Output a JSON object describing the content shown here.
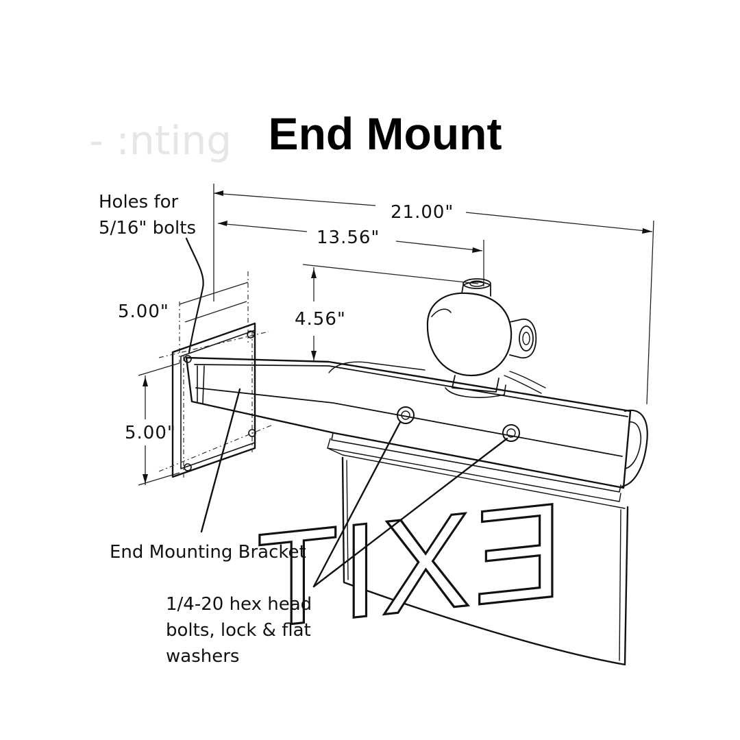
{
  "title": "End Mount",
  "ghost_text": "‑ :nting",
  "dimensions": {
    "overall_length": "21.00\"",
    "canopy_offset": "13.56\"",
    "canopy_height": "4.56\"",
    "bracket_upper_hole_spacing": "5.00\"",
    "bracket_lower_hole_spacing": "5.00\""
  },
  "callouts": {
    "holes_line1": "Holes for",
    "holes_line2": "5/16\" bolts",
    "bracket": "End Mounting Bracket",
    "bolts_line1": "1/4-20 hex head",
    "bolts_line2": "bolts, lock & flat",
    "bolts_line3": "washers"
  },
  "sign_text": "EXIT"
}
